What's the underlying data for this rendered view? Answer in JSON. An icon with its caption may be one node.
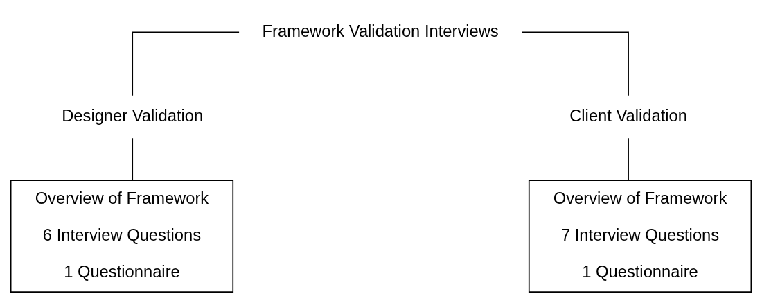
{
  "diagram": {
    "nodes": [
      {
        "text": [
          "Framework Validation Interviews"
        ]
      },
      {
        "text": [
          "Designer Validation"
        ]
      },
      {
        "text": [
          "Client Validation"
        ]
      },
      {
        "text": [
          "Overview of Framework",
          "6 Interview Questions",
          "1 Questionnaire"
        ]
      },
      {
        "text": [
          "Overview of Framework",
          "7 Interview Questions",
          "1 Questionnaire"
        ]
      }
    ],
    "edges": [
      {
        "from": 0,
        "to": 1,
        "arrow": "none"
      },
      {
        "from": 0,
        "to": 2,
        "arrow": "none"
      },
      {
        "from": 1,
        "to": 3,
        "arrow": "none"
      },
      {
        "from": 2,
        "to": 4,
        "arrow": "none"
      }
    ]
  }
}
